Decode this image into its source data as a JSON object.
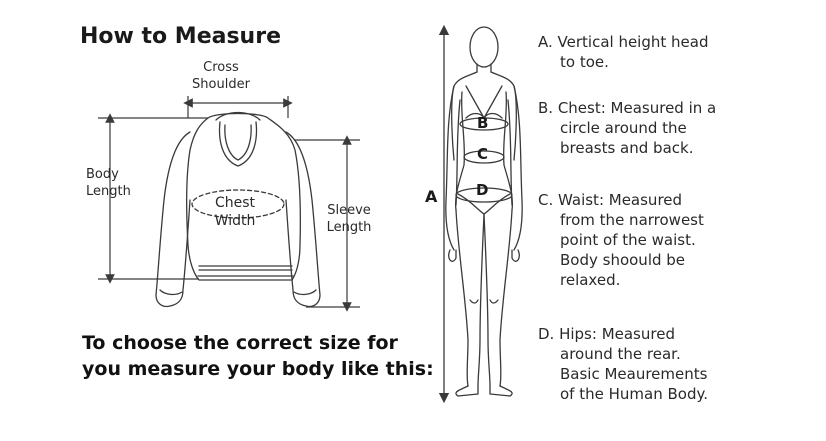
{
  "title": "How to Measure",
  "sweater_labels": {
    "cross_shoulder_1": "Cross",
    "cross_shoulder_2": "Shoulder",
    "body_length_1": "Body",
    "body_length_2": "Length",
    "chest_width_1": "Chest",
    "chest_width_2": "Width",
    "sleeve_length_1": "Sleeve",
    "sleeve_length_2": "Length"
  },
  "cta": {
    "line1": "To choose the correct size for",
    "line2": "you measure your body like this:"
  },
  "figure_letters": {
    "a": "A",
    "b": "B",
    "c": "C",
    "d": "D"
  },
  "definitions": {
    "a": {
      "first": "A. Vertical height head",
      "rest": [
        "to toe."
      ]
    },
    "b": {
      "first": "B. Chest: Measured in a",
      "rest": [
        "circle around the",
        "breasts and back."
      ]
    },
    "c": {
      "first": "C. Waist: Measured",
      "rest": [
        "from the narrowest",
        "point of the waist.",
        "Body shoould be",
        "relaxed."
      ]
    },
    "d": {
      "first": "D. Hips: Measured",
      "rest": [
        "around the rear.",
        "Basic Meaurements",
        "of the Human Body."
      ]
    }
  },
  "colors": {
    "line": "#3a3a3a",
    "text": "#1a1a1a"
  }
}
